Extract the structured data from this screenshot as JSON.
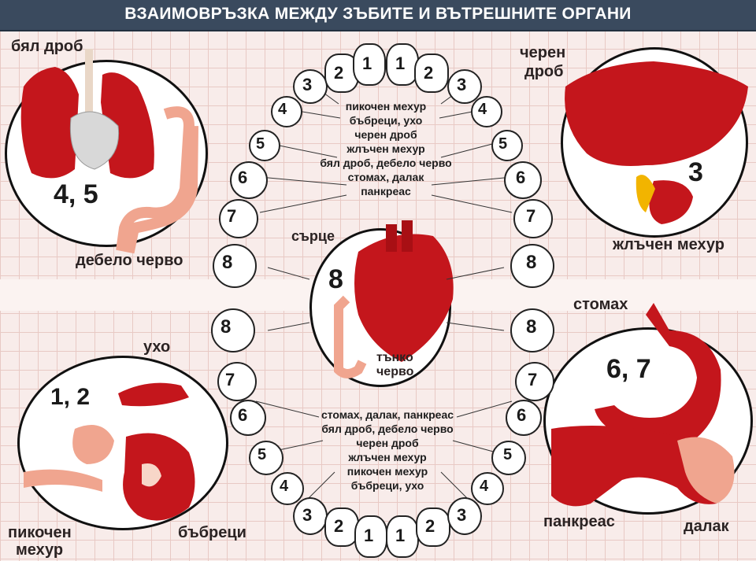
{
  "title": "ВЗАИМОВРЪЗКА МЕЖДУ ЗЪБИТЕ И ВЪТРЕШНИТЕ ОРГАНИ",
  "organs": {
    "lung": {
      "label": "бял дроб",
      "numbers": "4, 5",
      "secondary": "дебело черво"
    },
    "liver": {
      "label_line1": "черен",
      "label_line2": "дроб",
      "numbers": "3",
      "secondary": "жлъчен мехур"
    },
    "kidney": {
      "label_ear": "ухо",
      "numbers": "1, 2",
      "label_bladder_line1": "пикочен",
      "label_bladder_line2": "мехур",
      "label_kidneys": "бъбреци"
    },
    "stomach": {
      "label": "стомах",
      "numbers": "6, 7",
      "label_pancreas": "панкреас",
      "label_spleen": "далак"
    },
    "heart": {
      "label": "сърце",
      "numbers": "8",
      "label_intestine_line1": "тънко",
      "label_intestine_line2": "черво"
    }
  },
  "upper_list": [
    "пикочен мехур",
    "бъбреци, ухо",
    "черен дроб",
    "жлъчен мехур",
    "бял дроб, дебело черво",
    "стомах, далак",
    "панкреас"
  ],
  "lower_list": [
    "стомах, далак, панкреас",
    "бял дроб, дебело черво",
    "черен дроб",
    "жлъчен мехур",
    "пикочен мехур",
    "бъбреци, ухо"
  ],
  "upper_teeth": [
    "3",
    "4",
    "5",
    "6",
    "7",
    "8",
    "2",
    "1",
    "1",
    "2",
    "3",
    "4",
    "5",
    "6",
    "7",
    "8"
  ],
  "lower_teeth": [
    "8",
    "7",
    "6",
    "5",
    "4",
    "3",
    "2",
    "1",
    "1",
    "2",
    "3",
    "4",
    "5",
    "6",
    "7",
    "8"
  ],
  "colors": {
    "title_bg": "#3a4a5e",
    "organ_red": "#c4161c",
    "organ_pink": "#f0a58f"
  }
}
